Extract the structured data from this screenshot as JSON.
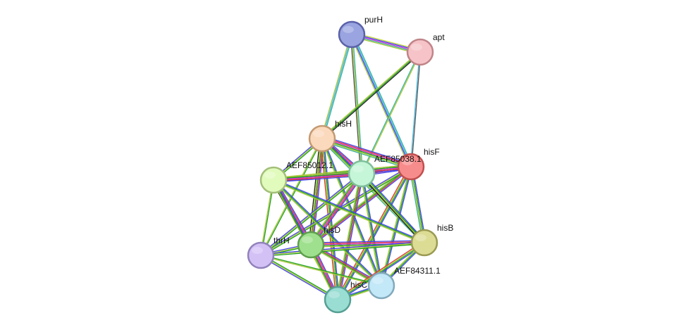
{
  "nodes": [
    {
      "id": "purH",
      "label": "purH",
      "color": "#9aa4e0",
      "stroke": "#5a62a8"
    },
    {
      "id": "apt",
      "label": "apt",
      "color": "#f6c4c8",
      "stroke": "#c08488"
    },
    {
      "id": "hisH",
      "label": "hisH",
      "color": "#fbd9bc",
      "stroke": "#c39a72"
    },
    {
      "id": "hisF",
      "label": "hisF",
      "color": "#f78c8c",
      "stroke": "#c04f4f"
    },
    {
      "id": "AEF85038.1",
      "label": "AEF85038.1",
      "color": "#c5f6d8",
      "stroke": "#7fbf9a"
    },
    {
      "id": "AEF85012.1",
      "label": "AEF85012.1",
      "color": "#e1fbbd",
      "stroke": "#a3bf79"
    },
    {
      "id": "hisD",
      "label": "hisD",
      "color": "#9ee08d",
      "stroke": "#5e9e4e"
    },
    {
      "id": "hisB",
      "label": "hisB",
      "color": "#dcdc94",
      "stroke": "#9a9a52"
    },
    {
      "id": "thrH",
      "label": "thrH",
      "color": "#d3c1f6",
      "stroke": "#9182bb"
    },
    {
      "id": "AEF84311.1",
      "label": "AEF84311.1",
      "color": "#c3e8f8",
      "stroke": "#82a9bb"
    },
    {
      "id": "hisC",
      "label": "hisC",
      "color": "#99ddd3",
      "stroke": "#569f93"
    }
  ],
  "edges": [
    {
      "source": "purH",
      "target": "apt",
      "colors": [
        "#c8d83a",
        "#4444ee",
        "#d23bd2",
        "#3bb39a",
        "#aac83c"
      ]
    },
    {
      "source": "purH",
      "target": "hisH",
      "colors": [
        "#3bb39a",
        "#49b8e0",
        "#aac83c"
      ]
    },
    {
      "source": "purH",
      "target": "AEF85038.1",
      "colors": [
        "#3bb39a",
        "#aac83c",
        "#555555"
      ]
    },
    {
      "source": "purH",
      "target": "hisF",
      "colors": [
        "#3bb39a",
        "#49b8e0",
        "#4444ee",
        "#aac83c"
      ]
    },
    {
      "source": "apt",
      "target": "hisH",
      "colors": [
        "#222222",
        "#1fa01f",
        "#aac83c"
      ]
    },
    {
      "source": "apt",
      "target": "hisF",
      "colors": [
        "#555555",
        "#49b8e0"
      ]
    },
    {
      "source": "apt",
      "target": "AEF85038.1",
      "colors": [
        "#aac83c",
        "#3bb39a"
      ]
    },
    {
      "source": "hisH",
      "target": "hisF",
      "colors": [
        "#4444ee",
        "#e03a3a",
        "#d23bd2",
        "#1fa01f",
        "#aac83c",
        "#3bb39a"
      ]
    },
    {
      "source": "hisH",
      "target": "AEF85038.1",
      "colors": [
        "#4444ee",
        "#e03a3a",
        "#d23bd2",
        "#1fa01f",
        "#aac83c"
      ]
    },
    {
      "source": "hisH",
      "target": "AEF85012.1",
      "colors": [
        "#1fa01f",
        "#aac83c",
        "#4444ee"
      ]
    },
    {
      "source": "hisH",
      "target": "hisD",
      "colors": [
        "#4444ee",
        "#e03a3a",
        "#1fa01f",
        "#aac83c",
        "#222222"
      ]
    },
    {
      "source": "hisH",
      "target": "hisB",
      "colors": [
        "#4444ee",
        "#1fa01f",
        "#aac83c",
        "#3bb39a"
      ]
    },
    {
      "source": "hisH",
      "target": "thrH",
      "colors": [
        "#1fa01f",
        "#aac83c"
      ]
    },
    {
      "source": "hisH",
      "target": "hisC",
      "colors": [
        "#4444ee",
        "#1fa01f",
        "#aac83c",
        "#e03a3a"
      ]
    },
    {
      "source": "hisH",
      "target": "AEF84311.1",
      "colors": [
        "#4444ee",
        "#1fa01f",
        "#aac83c"
      ]
    },
    {
      "source": "hisF",
      "target": "AEF85038.1",
      "colors": [
        "#4444ee",
        "#e03a3a",
        "#d23bd2",
        "#1fa01f",
        "#aac83c"
      ]
    },
    {
      "source": "hisF",
      "target": "AEF85012.1",
      "colors": [
        "#4444ee",
        "#e03a3a",
        "#d23bd2",
        "#1fa01f",
        "#aac83c"
      ]
    },
    {
      "source": "hisF",
      "target": "hisD",
      "colors": [
        "#4444ee",
        "#e03a3a",
        "#1fa01f",
        "#aac83c"
      ]
    },
    {
      "source": "hisF",
      "target": "hisB",
      "colors": [
        "#4444ee",
        "#1fa01f",
        "#aac83c",
        "#3bb39a"
      ]
    },
    {
      "source": "hisF",
      "target": "thrH",
      "colors": [
        "#1fa01f",
        "#aac83c",
        "#4444ee"
      ]
    },
    {
      "source": "hisF",
      "target": "hisC",
      "colors": [
        "#4444ee",
        "#1fa01f",
        "#aac83c",
        "#e03a3a"
      ]
    },
    {
      "source": "hisF",
      "target": "AEF84311.1",
      "colors": [
        "#4444ee",
        "#1fa01f",
        "#aac83c"
      ]
    },
    {
      "source": "AEF85038.1",
      "target": "AEF85012.1",
      "colors": [
        "#4444ee",
        "#e03a3a",
        "#d23bd2",
        "#1fa01f",
        "#aac83c"
      ]
    },
    {
      "source": "AEF85038.1",
      "target": "hisD",
      "colors": [
        "#4444ee",
        "#e03a3a",
        "#d23bd2",
        "#1fa01f",
        "#aac83c"
      ]
    },
    {
      "source": "AEF85038.1",
      "target": "hisB",
      "colors": [
        "#4444ee",
        "#1fa01f",
        "#aac83c",
        "#222222"
      ]
    },
    {
      "source": "AEF85038.1",
      "target": "thrH",
      "colors": [
        "#1fa01f",
        "#aac83c",
        "#4444ee"
      ]
    },
    {
      "source": "AEF85038.1",
      "target": "hisC",
      "colors": [
        "#4444ee",
        "#e03a3a",
        "#1fa01f",
        "#aac83c"
      ]
    },
    {
      "source": "AEF85038.1",
      "target": "AEF84311.1",
      "colors": [
        "#4444ee",
        "#1fa01f",
        "#aac83c"
      ]
    },
    {
      "source": "AEF85012.1",
      "target": "hisD",
      "colors": [
        "#4444ee",
        "#e03a3a",
        "#d23bd2",
        "#1fa01f",
        "#222222"
      ]
    },
    {
      "source": "AEF85012.1",
      "target": "hisB",
      "colors": [
        "#4444ee",
        "#1fa01f",
        "#aac83c"
      ]
    },
    {
      "source": "AEF85012.1",
      "target": "thrH",
      "colors": [
        "#1fa01f",
        "#aac83c"
      ]
    },
    {
      "source": "AEF85012.1",
      "target": "hisC",
      "colors": [
        "#4444ee",
        "#1fa01f",
        "#aac83c"
      ]
    },
    {
      "source": "AEF85012.1",
      "target": "AEF84311.1",
      "colors": [
        "#4444ee",
        "#1fa01f",
        "#aac83c"
      ]
    },
    {
      "source": "hisD",
      "target": "hisB",
      "colors": [
        "#4444ee",
        "#e03a3a",
        "#d23bd2",
        "#1fa01f",
        "#aac83c"
      ]
    },
    {
      "source": "hisD",
      "target": "thrH",
      "colors": [
        "#1fa01f",
        "#aac83c",
        "#4444ee"
      ]
    },
    {
      "source": "hisD",
      "target": "hisC",
      "colors": [
        "#4444ee",
        "#e03a3a",
        "#d23bd2",
        "#1fa01f",
        "#aac83c"
      ]
    },
    {
      "source": "hisD",
      "target": "AEF84311.1",
      "colors": [
        "#4444ee",
        "#e03a3a",
        "#1fa01f",
        "#aac83c"
      ]
    },
    {
      "source": "hisB",
      "target": "thrH",
      "colors": [
        "#1fa01f",
        "#aac83c",
        "#4444ee"
      ]
    },
    {
      "source": "hisB",
      "target": "hisC",
      "colors": [
        "#4444ee",
        "#1fa01f",
        "#aac83c",
        "#e03a3a"
      ]
    },
    {
      "source": "hisB",
      "target": "AEF84311.1",
      "colors": [
        "#4444ee",
        "#1fa01f",
        "#aac83c"
      ]
    },
    {
      "source": "thrH",
      "target": "hisC",
      "colors": [
        "#1fa01f",
        "#aac83c",
        "#4444ee"
      ]
    },
    {
      "source": "thrH",
      "target": "AEF84311.1",
      "colors": [
        "#1fa01f",
        "#aac83c"
      ]
    },
    {
      "source": "hisC",
      "target": "AEF84311.1",
      "colors": [
        "#4444ee",
        "#1fa01f",
        "#aac83c"
      ]
    }
  ]
}
